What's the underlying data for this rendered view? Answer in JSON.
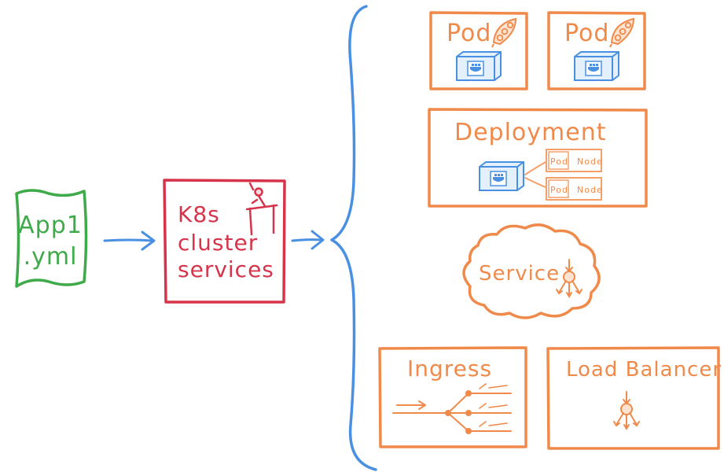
{
  "app_file": {
    "line1": "App1",
    "line2": ".yml"
  },
  "cluster": {
    "line1": "K8s",
    "line2": "cluster",
    "line3": "services"
  },
  "pods": [
    {
      "label": "Pod"
    },
    {
      "label": "Pod"
    }
  ],
  "deployment": {
    "label": "Deployment",
    "replicas": [
      {
        "pod": "Pod",
        "node": "Node"
      },
      {
        "pod": "Pod",
        "node": "Node"
      }
    ]
  },
  "service": {
    "label": "Service"
  },
  "ingress": {
    "label": "Ingress"
  },
  "load_balancer": {
    "label": "Load Balancer"
  },
  "colors": {
    "app_file": "#3faa4a",
    "cluster": "#d6344a",
    "resources": "#f08a4b",
    "arrows": "#4a90e2",
    "container": "#4a90e2"
  },
  "icons": {
    "pod": "peapod-icon",
    "container": "docker-container-icon",
    "cluster": "person-at-podium-icon",
    "service": "load-spread-icon",
    "load_balancer": "load-spread-icon"
  }
}
